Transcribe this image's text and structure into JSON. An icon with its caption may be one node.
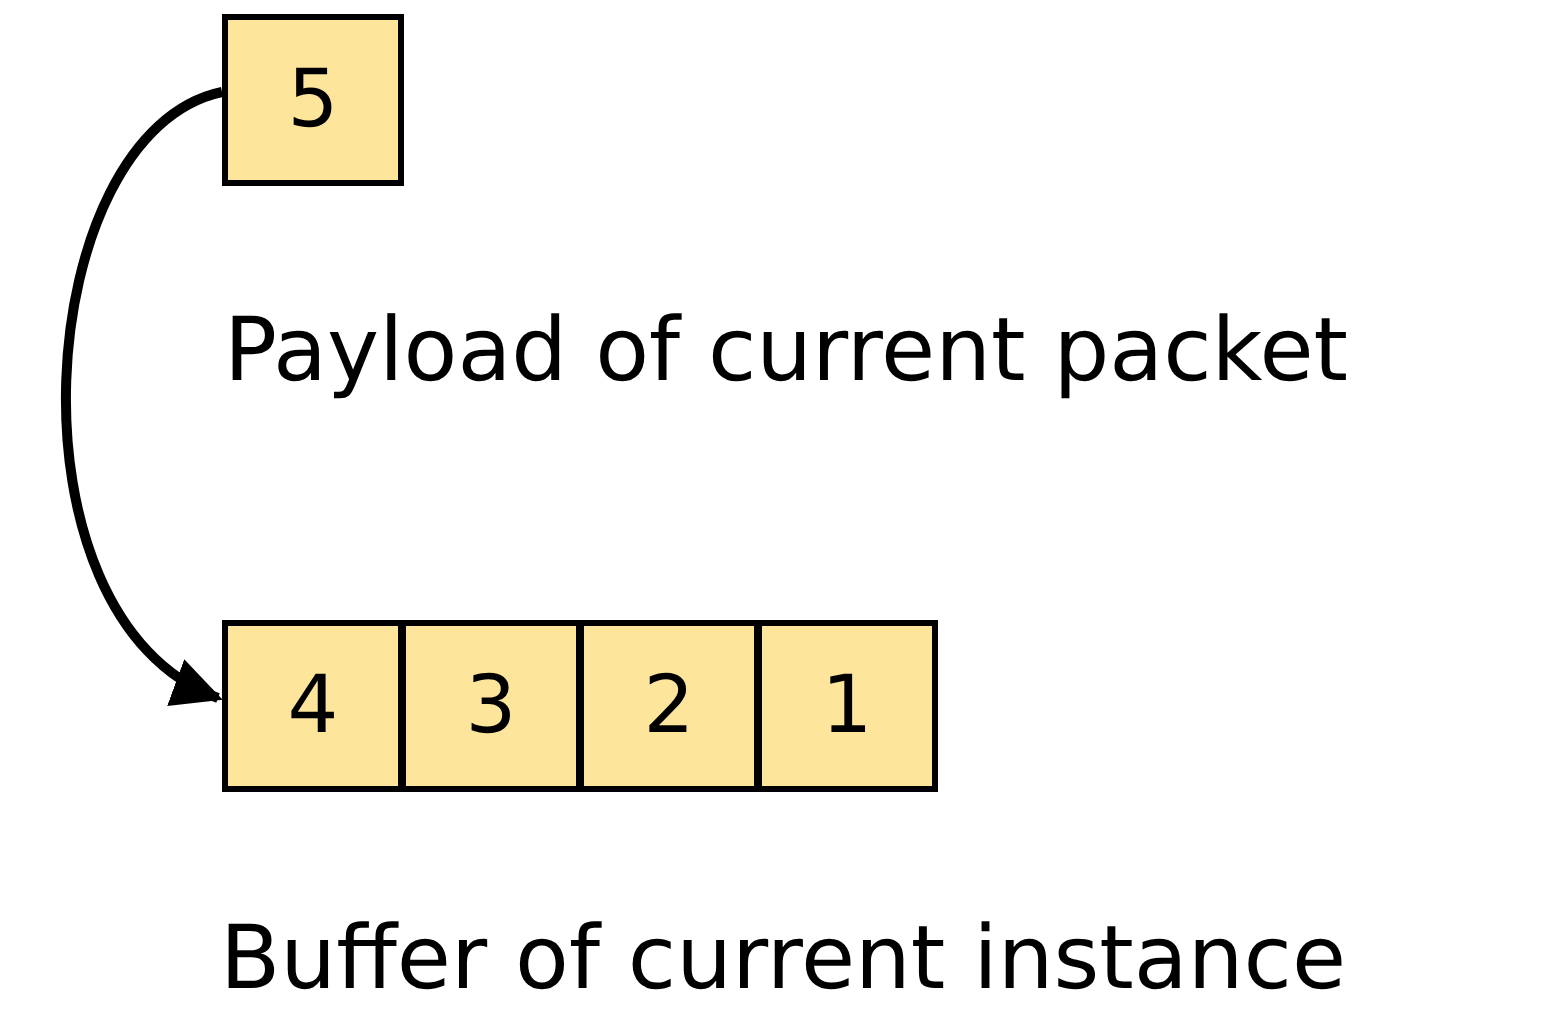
{
  "diagram": {
    "nodes": [
      {
        "text": [
          "5"
        ]
      },
      {
        "text": [
          "4"
        ]
      },
      {
        "text": [
          "3"
        ]
      },
      {
        "text": [
          "2"
        ]
      },
      {
        "text": [
          "1"
        ]
      }
    ],
    "edges": [
      {
        "from": 0,
        "to": 1,
        "arrow": "to"
      }
    ],
    "labels": [
      "Payload of current packet",
      "Buffer of current instance"
    ]
  }
}
